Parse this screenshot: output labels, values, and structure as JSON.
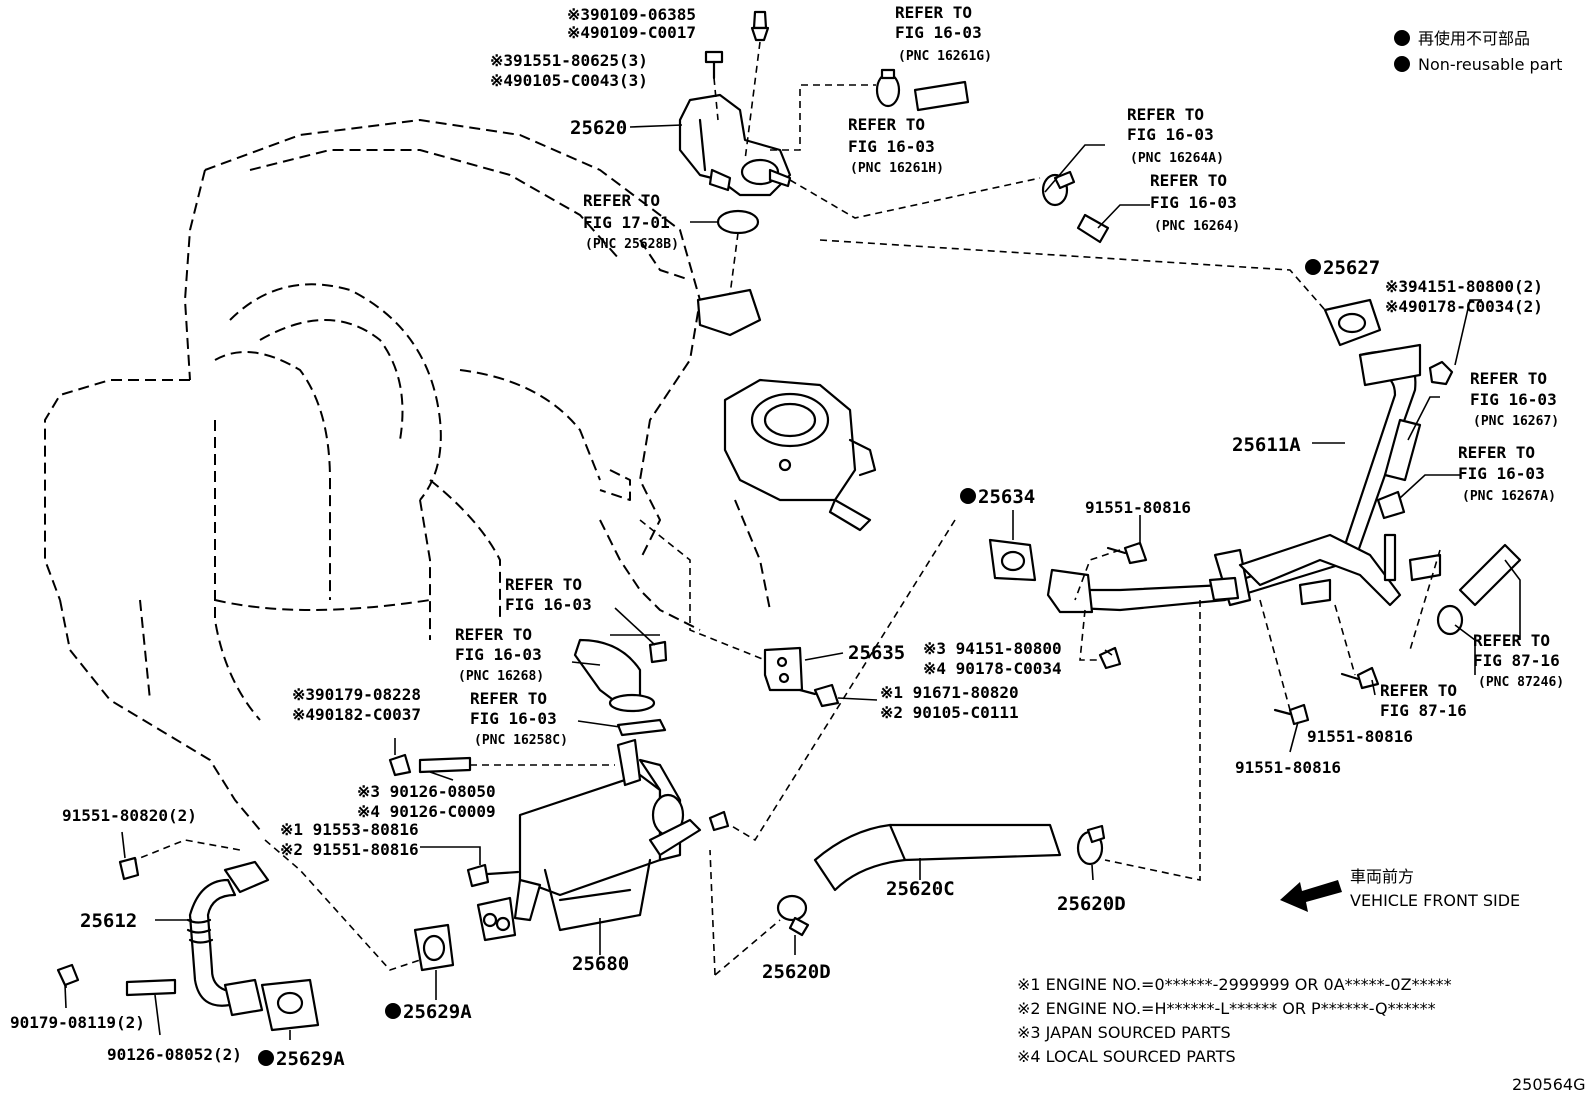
{
  "legend": {
    "ja": "再使用不可部品",
    "en": "Non-reusable part"
  },
  "front_side": {
    "ja": "車両前方",
    "en": "VEHICLE FRONT SIDE"
  },
  "figure_id": "250564G",
  "notes": [
    "※1 ENGINE NO.=0******-2999999 OR 0A*****-0Z*****",
    "※2 ENGINE NO.=H******-L****** OR P******-Q******",
    "※3 JAPAN SOURCED PARTS",
    "※4 LOCAL SOURCED PARTS"
  ],
  "refs": {
    "r16261g": [
      "REFER TO",
      "FIG 16-03",
      "(PNC 16261G)"
    ],
    "r16261h": [
      "REFER TO",
      "FIG 16-03",
      "(PNC 16261H)"
    ],
    "r16264a": [
      "REFER TO",
      "FIG 16-03",
      "(PNC 16264A)"
    ],
    "r16264": [
      "REFER TO",
      "FIG 16-03",
      "(PNC 16264)"
    ],
    "r25628b": [
      "REFER TO",
      "FIG 17-01",
      "(PNC 25628B)"
    ],
    "r16267": [
      "REFER TO",
      "FIG 16-03",
      "(PNC 16267)"
    ],
    "r16267a": [
      "REFER TO",
      "FIG 16-03",
      "(PNC 16267A)"
    ],
    "r1603a": [
      "REFER TO",
      "FIG 16-03"
    ],
    "r16268": [
      "REFER TO",
      "FIG 16-03",
      "(PNC 16268)"
    ],
    "r16258c": [
      "REFER TO",
      "FIG 16-03",
      "(PNC 16258C)"
    ],
    "r87246": [
      "REFER TO",
      "FIG 87-16",
      "(PNC 87246)"
    ],
    "r8716": [
      "REFER TO",
      "FIG 87-16"
    ]
  },
  "parts": {
    "p25620": "25620",
    "p25627": "25627",
    "p25611a": "25611A",
    "p25634": "25634",
    "p25635": "25635",
    "p25612": "25612",
    "p25680": "25680",
    "p25620c": "25620C",
    "p25620d_a": "25620D",
    "p25620d_b": "25620D",
    "p25629a_a": "25629A",
    "p25629a_b": "25629A"
  },
  "fasteners": {
    "f_top_bolt": [
      "※390109-06385",
      "※490109-C0017"
    ],
    "f_top_bolts3": [
      "※391551-80625(3)",
      "※490105-C0043(3)"
    ],
    "f_nut_r1": [
      "※394151-80800(2)",
      "※490178-C0034(2)"
    ],
    "f_bolt_r1": "91551-80816",
    "f_nut_mid": [
      "※3 94151-80800",
      "※4 90178-C0034"
    ],
    "f_bolt_mid": [
      "※1 91671-80820",
      "※2 90105-C0111"
    ],
    "f_bolt_r2": "91551-80816",
    "f_bolt_r3": "91551-80816",
    "f_nut_left": [
      "※390179-08228",
      "※490182-C0037"
    ],
    "f_stud_mid": [
      "※3 90126-08050",
      "※4 90126-C0009"
    ],
    "f_bolt_left": [
      "※1 91553-80816",
      "※2 91551-80816"
    ],
    "f_bolt_ll": "91551-80820(2)",
    "f_nut_ll": "90179-08119(2)",
    "f_stud_ll": "90126-08052(2)"
  }
}
